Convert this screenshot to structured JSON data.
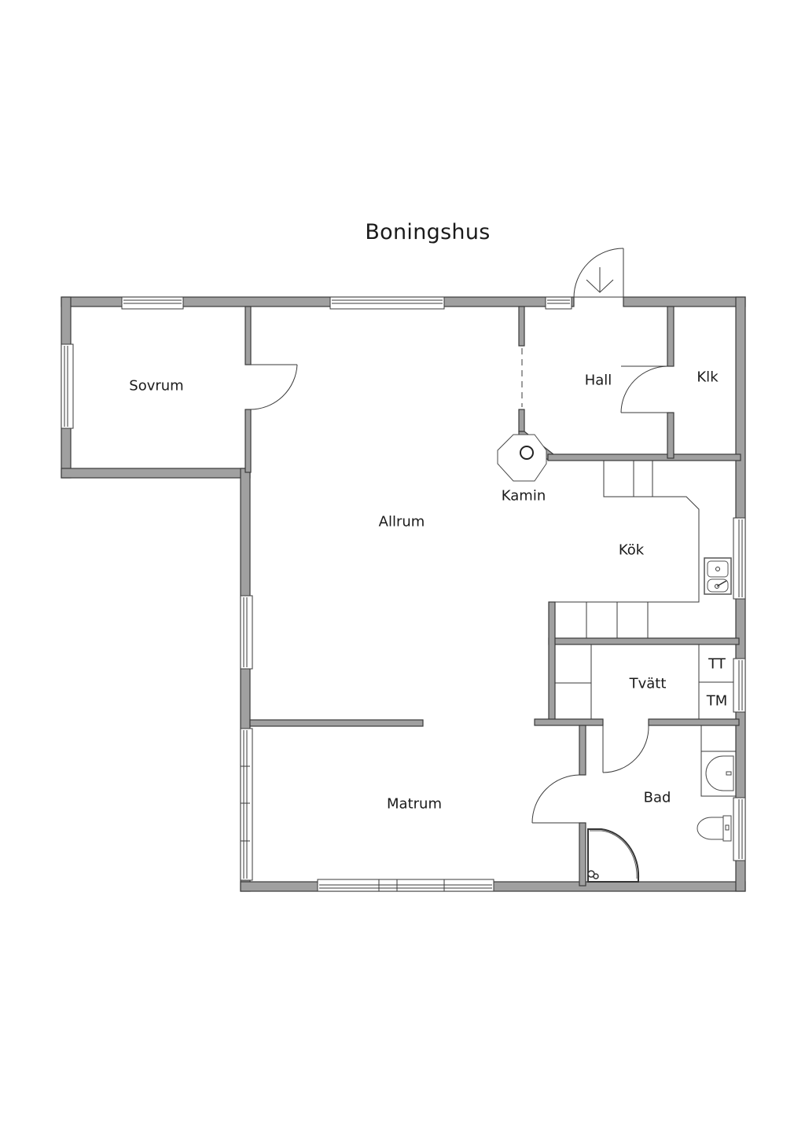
{
  "title": "Boningshus",
  "rooms": {
    "sovrum": "Sovrum",
    "allrum": "Allrum",
    "hall": "Hall",
    "klk": "Klk",
    "kamin": "Kamin",
    "kok": "Kök",
    "tvatt": "Tvätt",
    "tt": "TT",
    "tm": "TM",
    "bad": "Bad",
    "matrum": "Matrum"
  },
  "colors": {
    "wall_fill": "#a0a0a0",
    "wall_stroke": "#3a3a3a",
    "text": "#1a1a1a",
    "background": "#ffffff"
  }
}
